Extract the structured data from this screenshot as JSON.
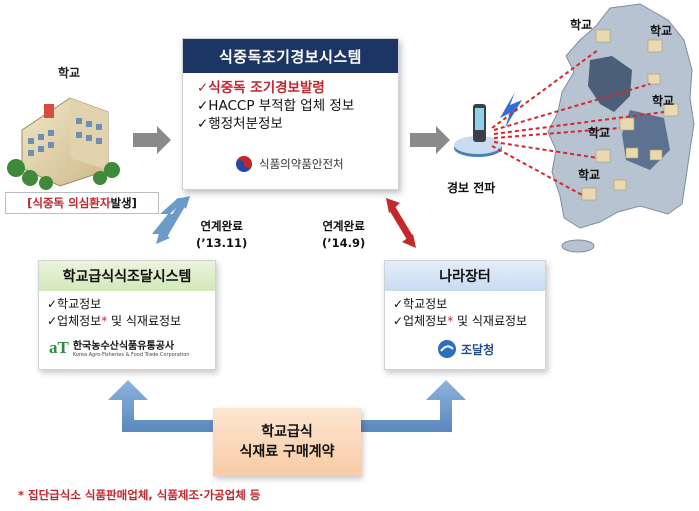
{
  "central": {
    "title": "식중독조기경보시스템",
    "items": [
      "✓식중독 조기경보발령",
      "✓HACCP 부적합 업체 정보",
      "✓행정처분정보"
    ],
    "org": "식품의약품안전처"
  },
  "school": {
    "label": "학교",
    "occurrence_prefix": "[식중독 의심환자",
    "occurrence_suffix": " 발생]"
  },
  "broadcast": {
    "label": "경보 전파"
  },
  "map": {
    "school_labels": [
      "학교",
      "학교",
      "학교",
      "학교",
      "학교"
    ]
  },
  "links": {
    "left": {
      "title": "연계완료",
      "date": "(’13.11)"
    },
    "right": {
      "title": "연계완료",
      "date": "(’14.9)"
    }
  },
  "box_left": {
    "title": "학교급식식조달시스템",
    "items": [
      "✓학교정보",
      "✓업체정보",
      " 및 식재료정보"
    ],
    "org_mark": "aT",
    "org_name": "한국농수산식품유통공사",
    "org_en": "Korea Agro-Fisheries & Food Trade Corporation"
  },
  "box_right": {
    "title": "나라장터",
    "items": [
      "✓학교정보",
      "✓업체정보",
      " 및 식재료정보"
    ],
    "org_name": "조달청"
  },
  "contract": {
    "line1": "학교급식",
    "line2": "식재료 구매계약"
  },
  "footnote": "* 집단급식소 식품판매업체, 식품제조·가공업체 등",
  "colors": {
    "navy": "#1d3565",
    "alert_red": "#c0262c",
    "arrow_blue": "#6d9bc9",
    "arrow_gray": "#8a8a8a",
    "map_blue": "#5a6f86"
  }
}
